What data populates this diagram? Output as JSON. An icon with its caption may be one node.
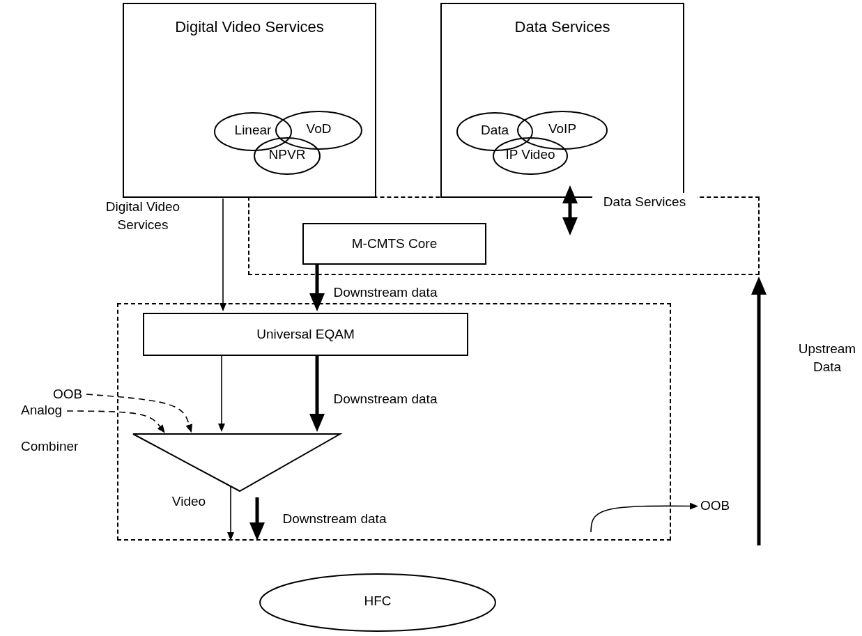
{
  "diagram": {
    "nodes": [
      {
        "text": [
          "Digital Video Services"
        ]
      },
      {
        "text": [
          "Linear"
        ],
        "in": 0
      },
      {
        "text": [
          "VoD"
        ],
        "in": 0
      },
      {
        "text": [
          "NPVR"
        ],
        "in": 0
      },
      {
        "text": [
          "Data Services"
        ]
      },
      {
        "text": [
          "Data"
        ],
        "in": 4
      },
      {
        "text": [
          "VoIP"
        ],
        "in": 4
      },
      {
        "text": [
          "IP Video"
        ],
        "in": 4
      },
      {
        "text": [],
        "shape": "box"
      },
      {
        "text": [
          "M-CMTS Core"
        ],
        "in": 8
      },
      {
        "text": [],
        "shape": "box"
      },
      {
        "text": [
          "Universal EQAM"
        ],
        "in": 10
      },
      {
        "text": [],
        "shape": "triangle",
        "in": 10
      },
      {
        "text": [
          "HFC"
        ]
      },
      {
        "text": [
          "OOB"
        ]
      },
      {
        "text": [
          "OOB"
        ]
      },
      {
        "text": [
          "Analog"
        ]
      }
    ],
    "edges": [
      {
        "from": 0,
        "to": 11,
        "arrow": "to",
        "label": "Digital Video Services"
      },
      {
        "from": 4,
        "to": 8,
        "arrow": "both",
        "style": "thick",
        "label": "Data Services"
      },
      {
        "from": 9,
        "to": 11,
        "arrow": "to",
        "style": "thick",
        "label": "Downstream data"
      },
      {
        "from": 11,
        "to": 12,
        "arrow": "to"
      },
      {
        "from": 11,
        "to": 12,
        "arrow": "to",
        "style": "thick",
        "label": "Downstream data"
      },
      {
        "from": 15,
        "to": 12,
        "arrow": "to",
        "style": "dashed"
      },
      {
        "from": 16,
        "to": 12,
        "arrow": "to",
        "style": "dashed"
      },
      {
        "from": 12,
        "to": 10,
        "arrow": "to",
        "label": "Video"
      },
      {
        "from": null,
        "to": 10,
        "arrow": "to",
        "style": "thick",
        "label": "Downstream data"
      },
      {
        "from": 10,
        "to": 14,
        "arrow": "to"
      },
      {
        "from": null,
        "to": 8,
        "arrow": "to",
        "style": "thick",
        "label": "Upstream Data"
      }
    ],
    "labels": [
      "Combiner"
    ]
  }
}
